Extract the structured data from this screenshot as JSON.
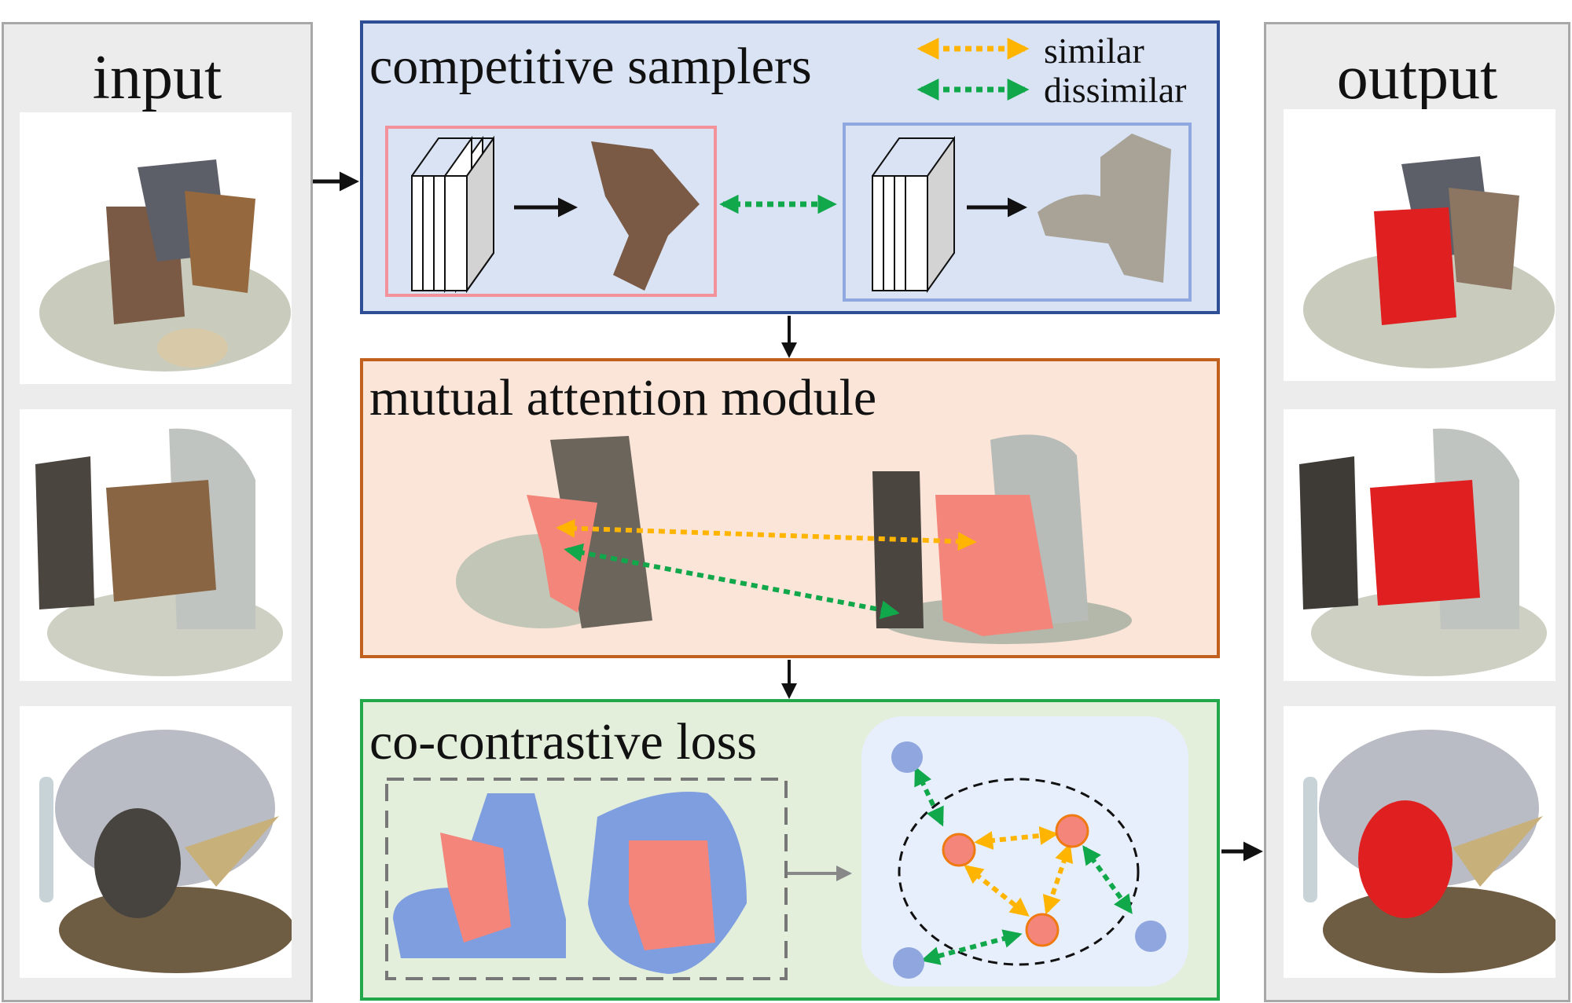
{
  "input_panel": {
    "title": "input"
  },
  "output_panel": {
    "title": "output"
  },
  "samplers_box": {
    "title": "competitive samplers",
    "legend": [
      {
        "label": "similar",
        "color": "#ffb400"
      },
      {
        "label": "dissimilar",
        "color": "#10a84a"
      }
    ]
  },
  "attention_box": {
    "title": "mutual attention module"
  },
  "loss_box": {
    "title": "co-contrastive loss"
  },
  "colors": {
    "samplers_bg": "#d9e3f4",
    "samplers_border": "#2e4e96",
    "attention_bg": "#fbe5d8",
    "attention_border": "#c2611e",
    "loss_bg": "#e3eedb",
    "loss_border": "#22a84a",
    "highlight_red": "#e02020",
    "highlight_pink": "#f4857a",
    "context_blue": "#7f9ee0"
  }
}
